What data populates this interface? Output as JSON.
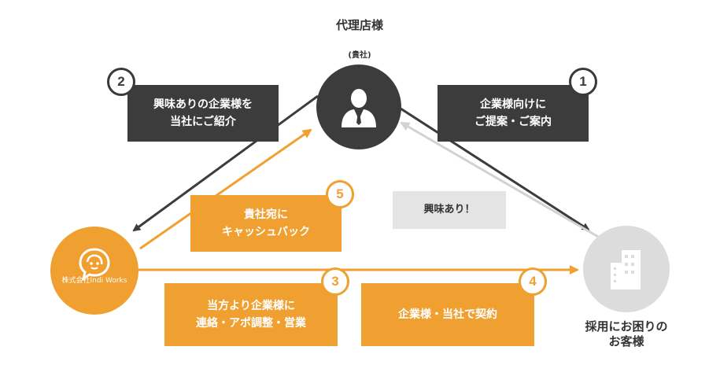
{
  "nodes": {
    "agency": {
      "title": "代理店様",
      "subtitle": "(貴社)"
    },
    "indi": {
      "name": "株式会社Indi Works"
    },
    "client": {
      "title": "採用にお困りの\nお客様"
    }
  },
  "steps": [
    {
      "num": "1",
      "text": "企業様向けに\nご提案・ご案内"
    },
    {
      "num": "2",
      "text": "興味ありの企業様を\n当社にご紹介"
    },
    {
      "num": "3",
      "text": "当方より企業様に\n連絡・アポ調整・営業"
    },
    {
      "num": "4",
      "text": "企業様・当社で契約"
    },
    {
      "num": "5",
      "text": "貴社宛に\nキャッシュバック"
    }
  ],
  "feedback": {
    "text": "興味あり！"
  },
  "colors": {
    "dark": "#3c3c3c",
    "orange": "#f0a030",
    "gray": "#c8c8c8",
    "light_gray": "#e4e4e4"
  },
  "icons": {
    "agency": "businessman-icon",
    "indi": "speech-bubble-face-icon",
    "client": "office-building-icon"
  }
}
